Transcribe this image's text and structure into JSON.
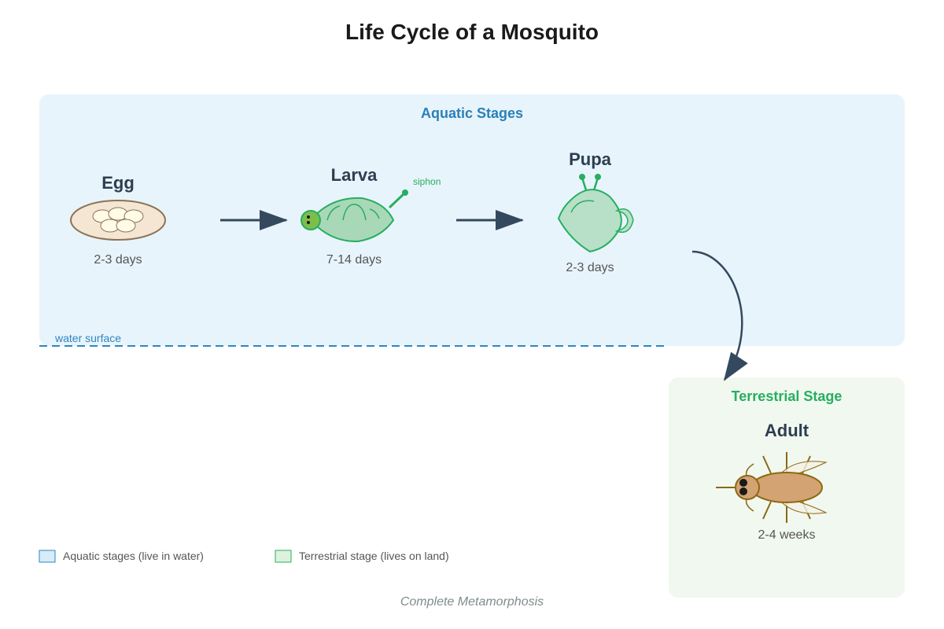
{
  "title": "Life Cycle of a Mosquito",
  "zones": {
    "aquatic": {
      "title": "Aquatic Stages",
      "water_label": "water surface",
      "color": "#e8f4fb"
    },
    "terrestrial": {
      "title": "Terrestrial Stage",
      "color": "#f1f8ef"
    }
  },
  "stages": {
    "egg": {
      "name": "Egg",
      "duration": "2-3 days"
    },
    "larva": {
      "name": "Larva",
      "duration": "7-14 days",
      "annotation": "siphon"
    },
    "pupa": {
      "name": "Pupa",
      "duration": "2-3 days"
    },
    "adult": {
      "name": "Adult",
      "duration": "2-4 weeks"
    }
  },
  "legend": {
    "aquatic": "Aquatic stages (live in water)",
    "terrestrial": "Terrestrial stage (lives on land)"
  },
  "footer": "Complete Metamorphosis",
  "colors": {
    "arrow": "#34495e",
    "aquatic_accent": "#2e86c1",
    "terrestrial_accent": "#27ae60",
    "egg_fill": "#f5e6d3",
    "larva_fill": "#a9d8b8",
    "pupa_fill": "#b8e0c8",
    "adult_fill": "#d4a373"
  }
}
